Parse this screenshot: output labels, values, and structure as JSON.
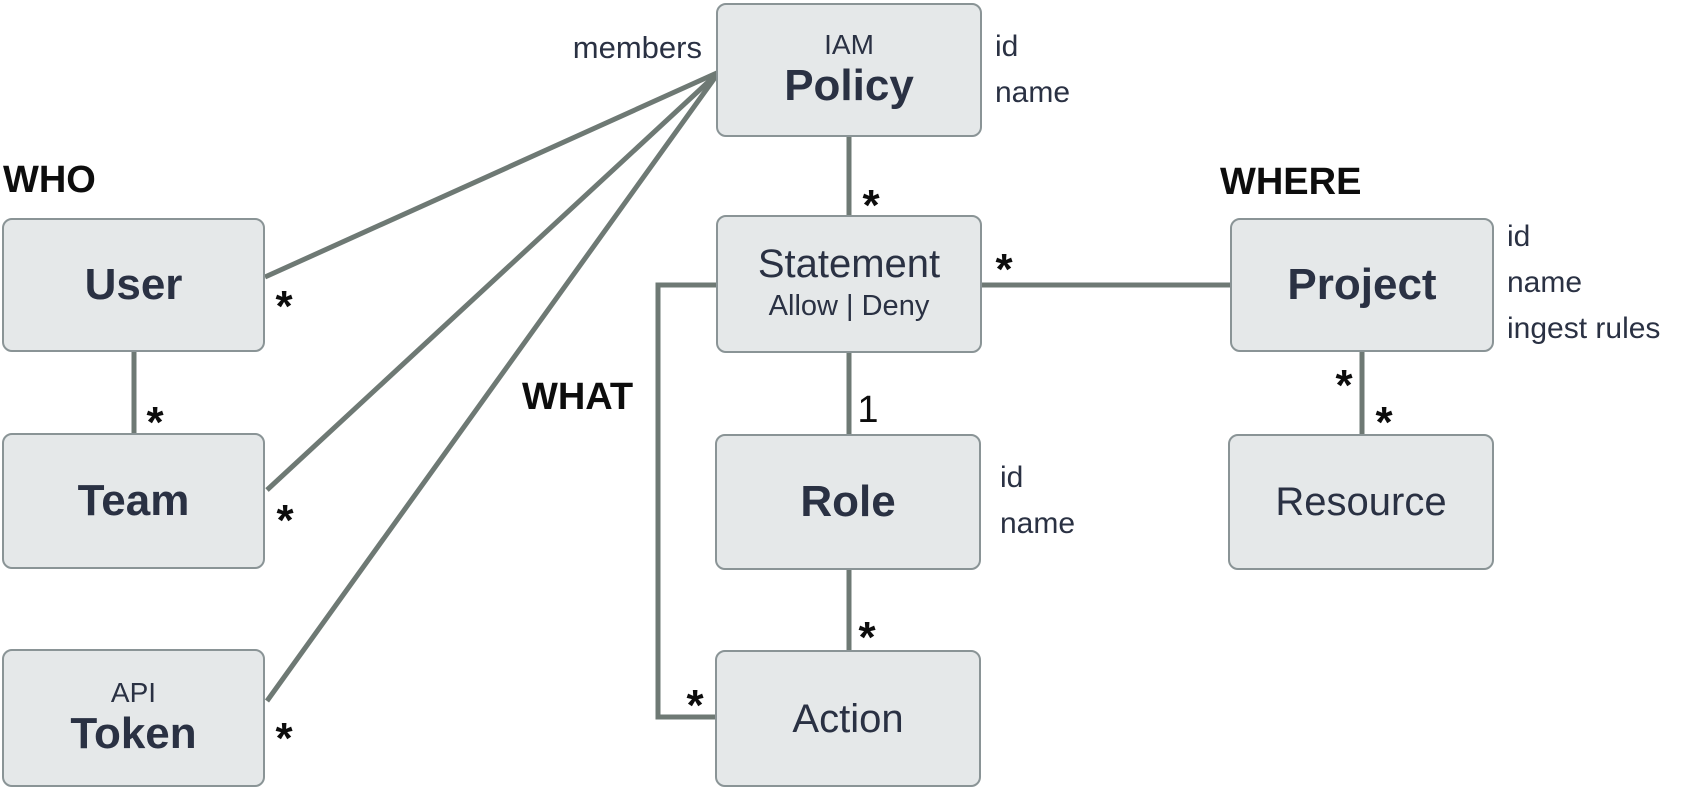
{
  "colors": {
    "background": "#ffffff",
    "node_fill": "#e5e8e9",
    "node_border": "#8a9496",
    "node_text": "#2a3143",
    "connector": "#6e7974",
    "label_text": "#0d0d0d"
  },
  "section_labels": {
    "who": "WHO",
    "what": "WHAT",
    "where": "WHERE"
  },
  "entities": {
    "policy": {
      "prefix": "IAM",
      "title": "Policy"
    },
    "statement": {
      "title": "Statement",
      "subtitle": "Allow | Deny"
    },
    "role": {
      "title": "Role"
    },
    "action": {
      "title": "Action"
    },
    "user": {
      "title": "User"
    },
    "team": {
      "title": "Team"
    },
    "token": {
      "prefix": "API",
      "title": "Token"
    },
    "project": {
      "title": "Project"
    },
    "resource": {
      "title": "Resource"
    }
  },
  "attributes": {
    "policy": [
      "id",
      "name"
    ],
    "role": [
      "id",
      "name"
    ],
    "project": [
      "id",
      "name",
      "ingest rules"
    ]
  },
  "edge_labels": {
    "members": "members"
  },
  "cardinality": {
    "many": "*",
    "one": "1"
  }
}
